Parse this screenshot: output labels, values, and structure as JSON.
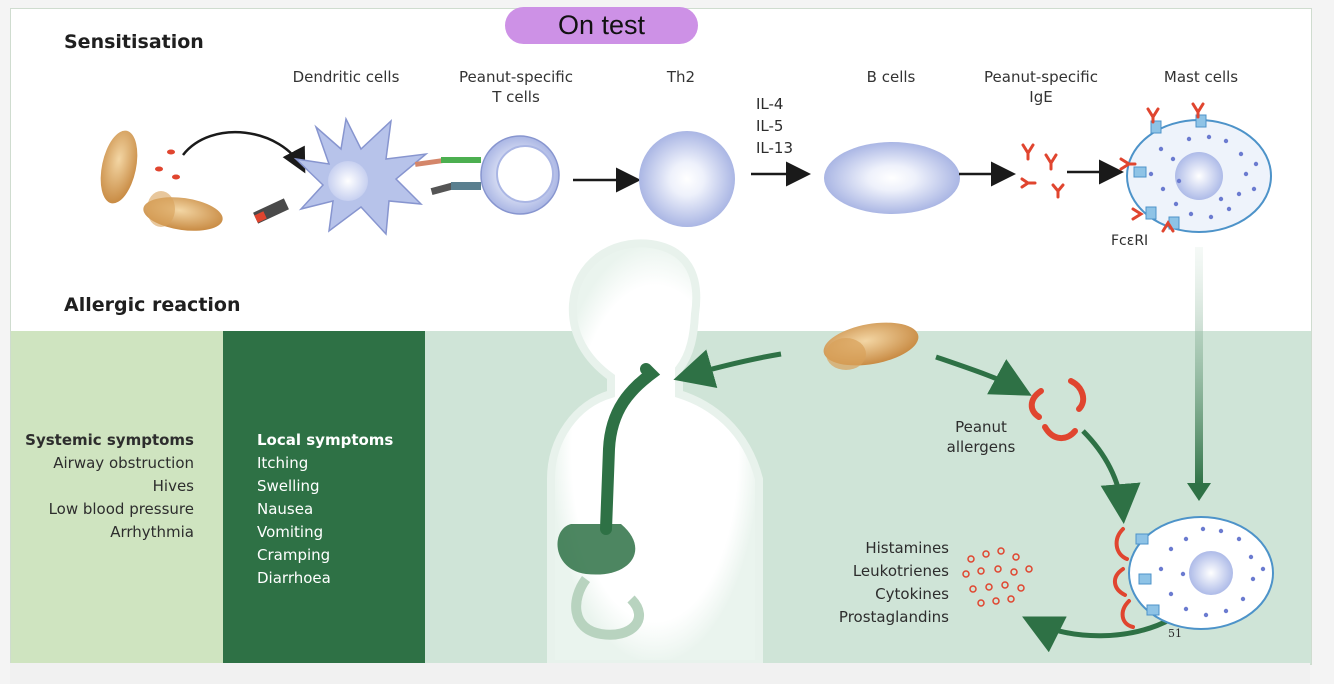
{
  "annotation": {
    "label": "On test",
    "color": "#cd91e6"
  },
  "sensitisation": {
    "heading": "Sensitisation",
    "stages": {
      "dendritic": "Dendritic cells",
      "tcells_1": "Peanut-specific",
      "tcells_2": "T cells",
      "th2": "Th2",
      "bcells": "B cells",
      "ige_1": "Peanut-specific",
      "ige_2": "IgE",
      "mast": "Mast cells"
    },
    "cytokines": [
      "IL-4",
      "IL-5",
      "IL-13"
    ],
    "receptor_label": "FcεRI"
  },
  "allergic_reaction": {
    "heading": "Allergic reaction",
    "systemic": {
      "title": "Systemic symptoms",
      "items": [
        "Airway obstruction",
        "Hives",
        "Low blood pressure",
        "Arrhythmia"
      ]
    },
    "local": {
      "title": "Local symptoms",
      "items": [
        "Itching",
        "Swelling",
        "Nausea",
        "Vomiting",
        "Cramping",
        "Diarrhoea"
      ]
    },
    "allergen_label_1": "Peanut",
    "allergen_label_2": "allergens",
    "mediators": [
      "Histamines",
      "Leukotrienes",
      "Cytokines",
      "Prostaglandins"
    ],
    "page_number": "51"
  },
  "colors": {
    "systemic_panel": "#cfe4c0",
    "local_panel": "#2e7145",
    "reaction_panel": "#cfe4d7",
    "cell_fill": "#b7c3ea",
    "arrow_green": "#2e7145",
    "allergen_red": "#e0452f",
    "peanut": "#d4a060"
  }
}
